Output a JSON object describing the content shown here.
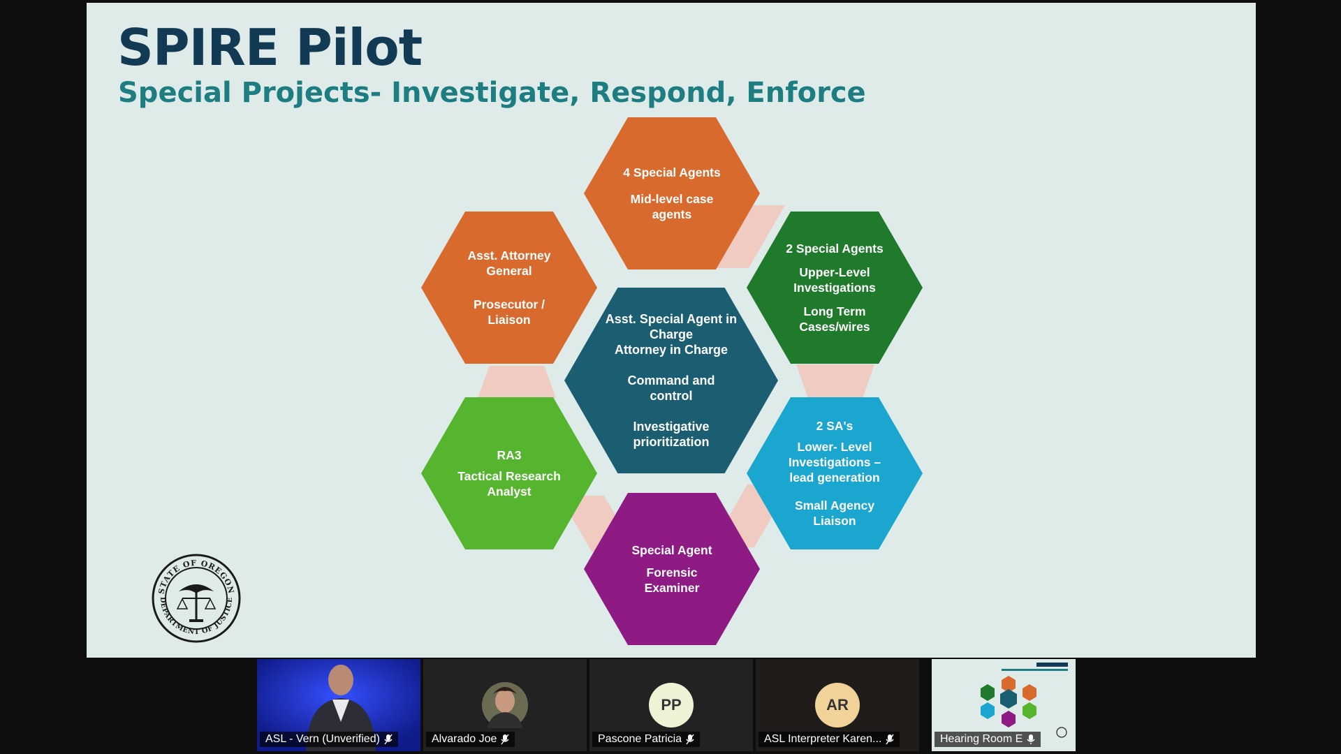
{
  "slide": {
    "title": "SPIRE Pilot",
    "subtitle": "Special Projects- Investigate, Respond, Enforce",
    "seal_text_top": "STATE OF OREGON",
    "seal_text_bottom": "DEPARTMENT OF JUSTICE"
  },
  "hexagons": {
    "top": {
      "line1": "4 Special Agents",
      "line2": "Mid-level case agents",
      "color": "#d96a2e"
    },
    "upper_left": {
      "line1": "Asst. Attorney General",
      "line2": "Prosecutor / Liaison",
      "color": "#d96a2e"
    },
    "upper_right": {
      "line1": "2 Special Agents",
      "line2": "Upper-Level Investigations",
      "line3": "Long Term Cases/wires",
      "color": "#1f7a2b"
    },
    "center": {
      "line1": "Asst. Special Agent in Charge",
      "line2": "Attorney in Charge",
      "line3": "Command and control",
      "line4": "Investigative prioritization",
      "color": "#1b5e72"
    },
    "lower_left": {
      "line1": "RA3",
      "line2": "Tactical Research Analyst",
      "color": "#55b52e"
    },
    "lower_right": {
      "line1": "2 SA's",
      "line2": "Lower- Level Investigations – lead generation",
      "line3": "Small Agency Liaison",
      "color": "#1aa6cf"
    },
    "bottom": {
      "line1": "Special Agent",
      "line2": "Forensic Examiner",
      "color": "#8e1a84"
    }
  },
  "participants": [
    {
      "name": "ASL - Vern (Unverified)",
      "type": "video"
    },
    {
      "name": "Alvarado Joe",
      "type": "video"
    },
    {
      "name": "Pascone Patricia",
      "initials": "PP",
      "type": "initials"
    },
    {
      "name": "ASL Interpreter Karen...",
      "initials": "AR",
      "type": "initials"
    },
    {
      "name": "Hearing Room E",
      "type": "screen"
    }
  ],
  "colors": {
    "title": "#133a54",
    "subtitle": "#1d7d80",
    "slide_bg": "#deebe9"
  }
}
